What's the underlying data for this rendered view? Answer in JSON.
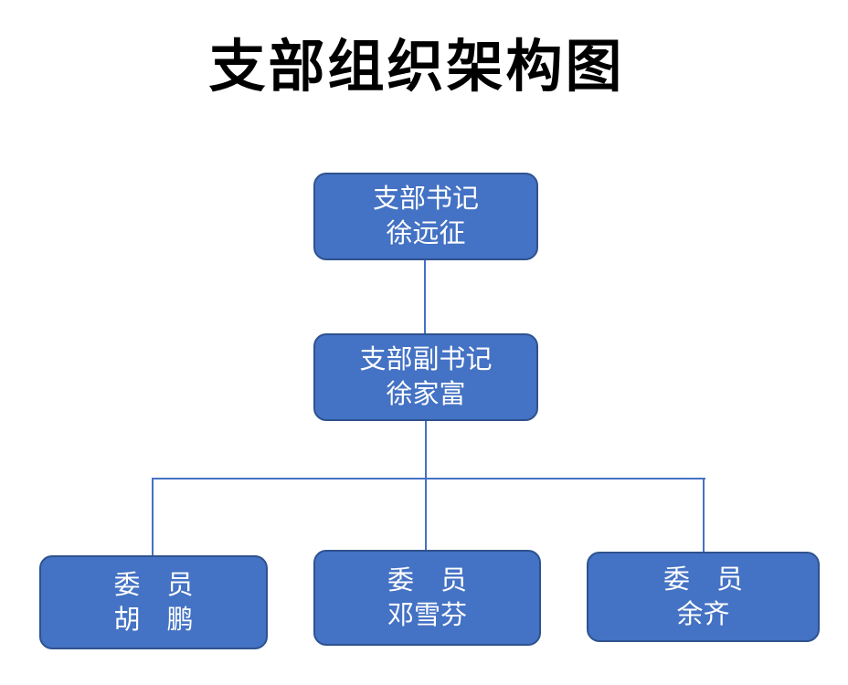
{
  "title": "支部组织架构图",
  "colors": {
    "background": "#FFFFFF",
    "box_fill": "#4472C4",
    "box_border": "#2F528F",
    "connector": "#4472C4",
    "box_text": "#FFFFFF",
    "title_text": "#000000"
  },
  "org_chart": {
    "type": "hierarchy",
    "nodes": [
      {
        "id": "secretary",
        "role": "支部书记",
        "name": "徐远征",
        "reports_to": null
      },
      {
        "id": "deputy",
        "role": "支部副书记",
        "name": "徐家富",
        "reports_to": "secretary"
      },
      {
        "id": "member-1",
        "role": "委　员",
        "name": "胡　鹏",
        "reports_to": "deputy"
      },
      {
        "id": "member-2",
        "role": "委　员",
        "name": "邓雪芬",
        "reports_to": "deputy"
      },
      {
        "id": "member-3",
        "role": "委　员",
        "name": "余齐",
        "reports_to": "deputy"
      }
    ]
  }
}
